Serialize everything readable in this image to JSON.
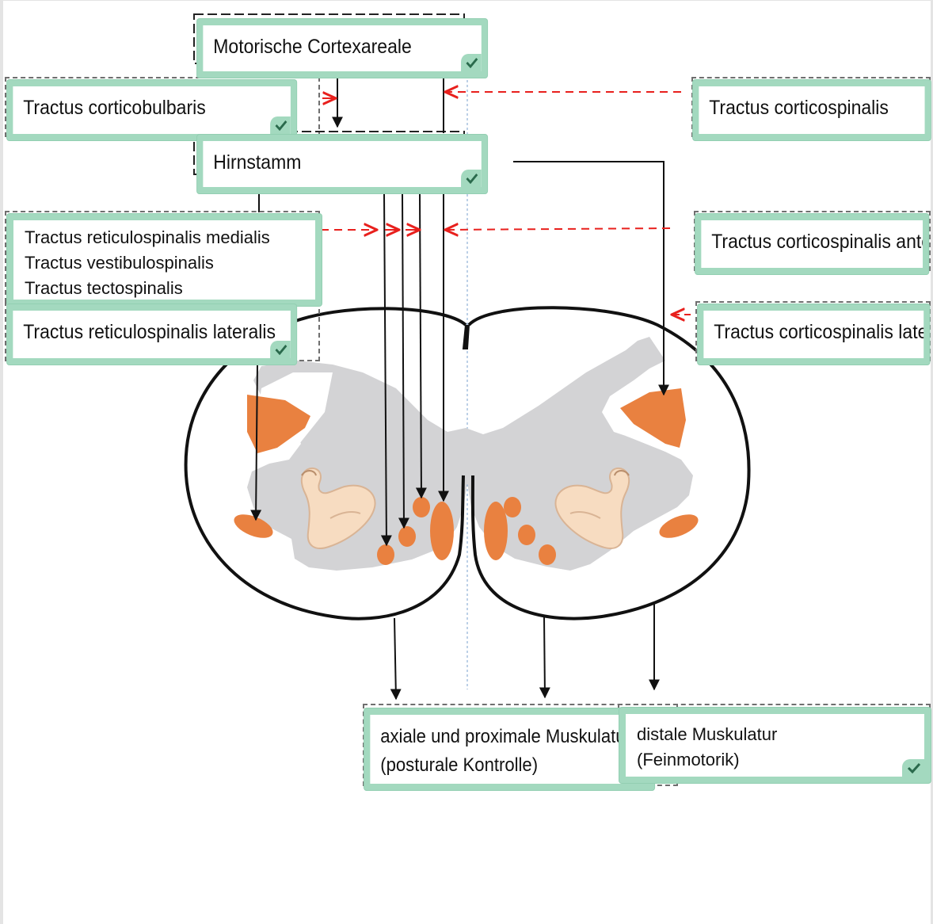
{
  "labels": {
    "motorische_cortexareale": "Motorische Cortexareale",
    "tractus_corticobulbaris": "Tractus corticobulbaris",
    "tractus_corticospinalis": "Tractus corticospinalis",
    "hirnstamm": "Hirnstamm",
    "medial_group": [
      "Tractus reticulospinalis medialis",
      "Tractus vestibulospinalis",
      "Tractus tectospinalis"
    ],
    "tractus_corticospinalis_anterior": "Tractus corticospinalis anterior",
    "tractus_corticospinalis_lateralis": "Tractus corticospinalis lateralis",
    "tractus_reticulospinalis_lateralis": "Tractus reticulospinalis lateralis",
    "axiale_muskulatur": [
      "axiale und proximale Muskulatur",
      "(posturale Kontrolle)"
    ],
    "distale_muskulatur": [
      "distale Muskulatur",
      "(Feinmotorik)"
    ]
  },
  "icons": {
    "check": "check-icon",
    "muscle": "flexed-biceps-icon"
  },
  "colors": {
    "label_border": "#a3d9bf",
    "check_mark": "#2a6a4c",
    "tract_orange": "#e98140",
    "gray_matter": "#d3d3d5",
    "arrow_red": "#e8201d",
    "dashed_frame": "#6f6f6f"
  }
}
